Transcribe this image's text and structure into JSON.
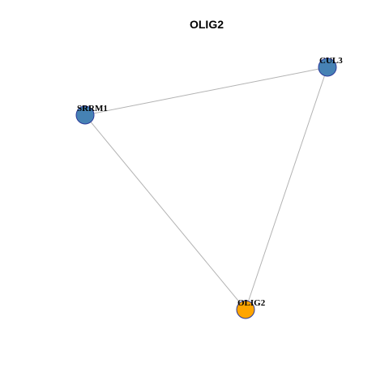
{
  "title": "OLIG2",
  "colors": {
    "neighbor_node": "#4682b4",
    "query_node": "#ffa500",
    "node_border": "#2b3a9a",
    "edge": "#b3b3b3"
  },
  "nodes": [
    {
      "id": "cul3",
      "label": "CUL3",
      "role": "neighbor"
    },
    {
      "id": "srrm1",
      "label": "SRRM1",
      "role": "neighbor"
    },
    {
      "id": "olig2",
      "label": "OLIG2",
      "role": "query"
    }
  ],
  "edges": [
    {
      "source": "srrm1",
      "target": "cul3"
    },
    {
      "source": "srrm1",
      "target": "olig2"
    },
    {
      "source": "cul3",
      "target": "olig2"
    }
  ]
}
